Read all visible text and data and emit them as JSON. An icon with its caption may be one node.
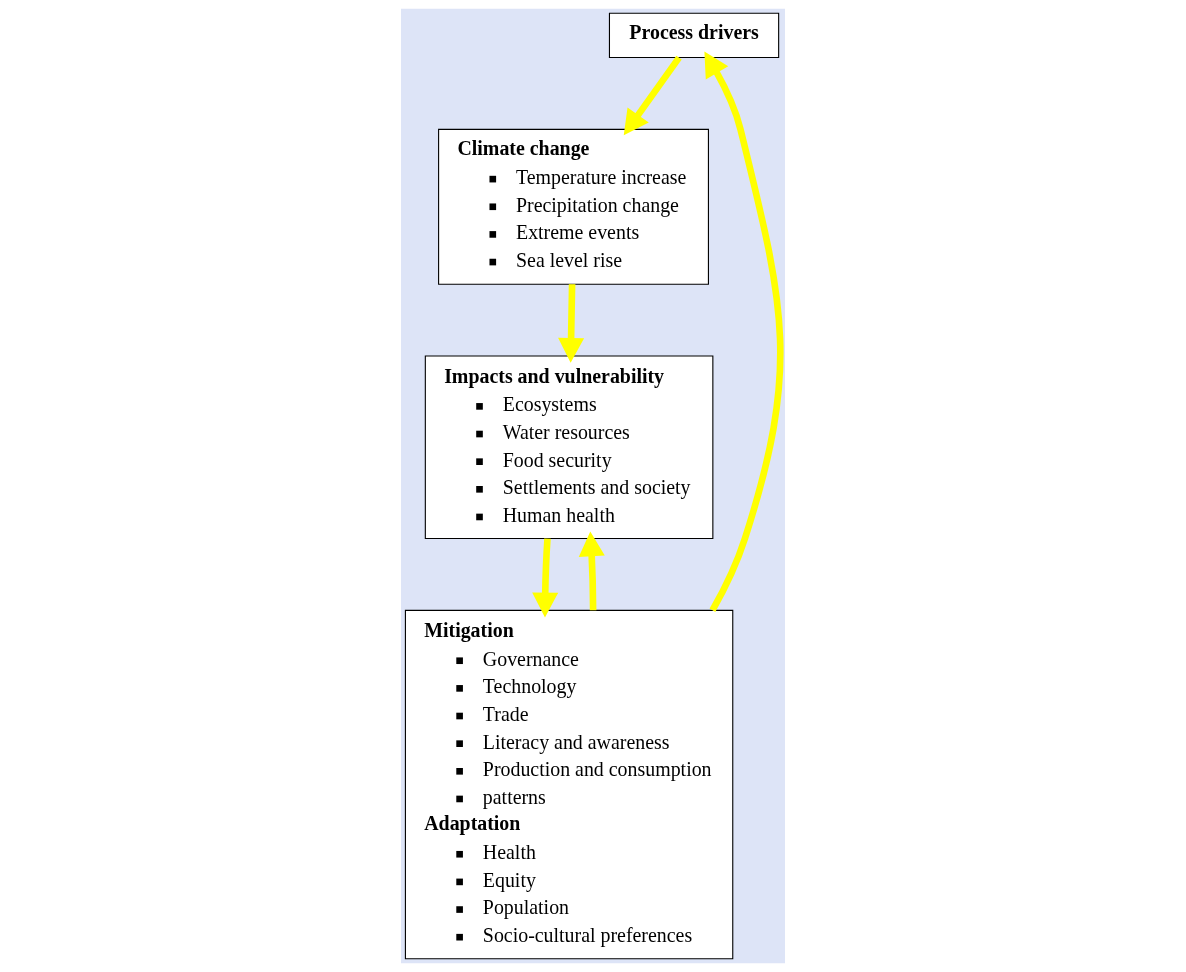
{
  "diagram": {
    "nodes": [
      {
        "text": [
          "Process drivers"
        ]
      },
      {
        "text": [
          "Climate change",
          "Temperature increase",
          "Precipitation change",
          "Extreme events",
          "Sea level rise"
        ]
      },
      {
        "text": [
          "Impacts and vulnerability",
          "Ecosystems",
          "Water resources",
          "Food security",
          "Settlements and society",
          "Human health"
        ]
      },
      {
        "text": [
          "Mitigation",
          "Governance",
          "Technology",
          "Trade",
          "Literacy and awareness",
          "Production and consumption",
          "patterns",
          "Adaptation",
          "Health",
          "Equity",
          "Population",
          "Socio-cultural preferences"
        ]
      }
    ],
    "edges": [
      {
        "from": 0,
        "to": 1,
        "arrow": "to"
      },
      {
        "from": 1,
        "to": 2,
        "arrow": "to"
      },
      {
        "from": 2,
        "to": 3,
        "arrow": "to"
      },
      {
        "from": 3,
        "to": 2,
        "arrow": "to"
      },
      {
        "from": 3,
        "to": 0,
        "arrow": "to"
      }
    ]
  }
}
